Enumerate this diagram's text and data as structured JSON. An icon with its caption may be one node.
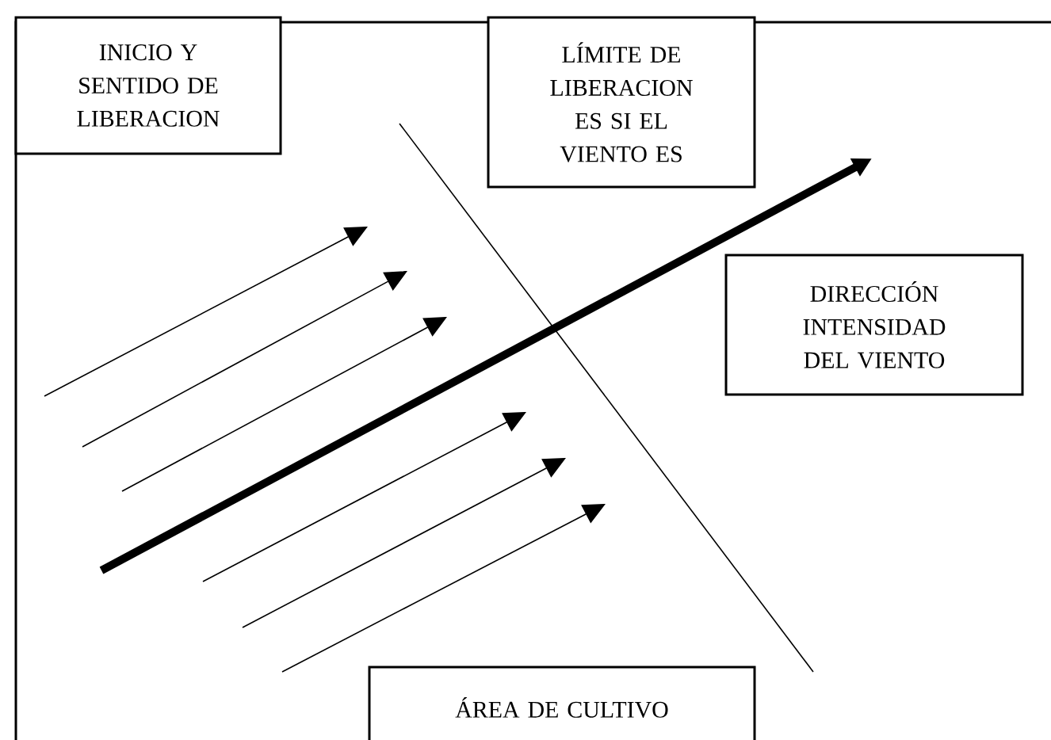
{
  "diagram": {
    "nodes": [
      {
        "text": [
          "INICIO Y SENTIDO DE LIBERACION"
        ]
      },
      {
        "text": [
          "LÍMITE DE LIBERACION ES SI EL VIENTO ES"
        ]
      },
      {
        "text": [
          "DIRECCIÓN INTENSIDAD DEL VIENTO"
        ]
      },
      {
        "text": [
          "ÁREA DE CULTIVO"
        ]
      }
    ]
  }
}
